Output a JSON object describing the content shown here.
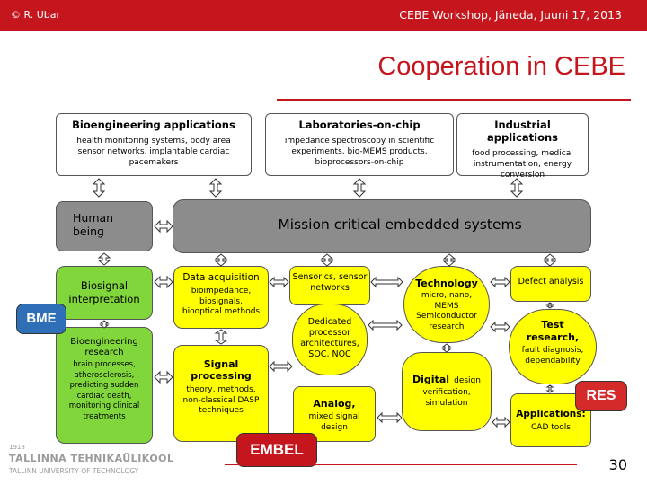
{
  "header": {
    "copyright": "© R. Ubar",
    "event": "CEBE Workshop, Jäneda, Juuni 17, 2013"
  },
  "title": "Cooperation in CEBE",
  "top_boxes": {
    "bio": {
      "title": "Bioengineering applications",
      "body": "health monitoring systems, body area sensor networks, implantable cardiac pacemakers"
    },
    "lab": {
      "title": "Laboratories-on-chip",
      "body": "impedance spectroscopy in scientific experiments, bio-MEMS products, bioprocessors-on-chip"
    },
    "ind": {
      "title": "Industrial applications",
      "body": "food processing, medical instrumentation, energy conversion"
    }
  },
  "human_being": "Human being",
  "mission": "Mission critical embedded systems",
  "biosignal": "Biosignal interpretation",
  "bme": "BME",
  "bioeng_research": {
    "title": "Bioengineering research",
    "body": "brain processes, atherosclerosis, predicting sudden cardiac death, monitoring clinical treatments"
  },
  "data_acq": {
    "title": "Data acquisition",
    "body": "bioimpedance, biosignals, biooptical methods"
  },
  "signal_proc": {
    "title": "Signal processing",
    "body": "theory, methods, non-classical DASP techniques"
  },
  "sensorics": "Sensorics, sensor networks",
  "dedicated": "Dedicated processor architectures, SOC, NOC",
  "analog": {
    "title": "Analog,",
    "body": "mixed signal design"
  },
  "embel": "EMBEL",
  "technology": {
    "title": "Technology",
    "body": "micro, nano, MEMS Semiconductor research"
  },
  "digital": {
    "title": "Digital",
    "title_suffix": "design",
    "body": "verification, simulation"
  },
  "defect": "Defect analysis",
  "test": {
    "title": "Test research,",
    "body": "fault diagnosis, dependability"
  },
  "res": "RES",
  "applications": {
    "title": "Applications:",
    "body": "CAD tools"
  },
  "logo": {
    "year": "1918",
    "name": "TALLINNA TEHNIKAÜLIKOOL",
    "sub": "TALLINN UNIVERSITY OF TECHNOLOGY"
  },
  "page_number": "30",
  "colors": {
    "brand_red": "#c4161c",
    "green": "#80d63a",
    "yellow": "#ffff00",
    "grey": "#8c8c8c",
    "bme_blue": "#2e6fb7",
    "res_red": "#d42a2a"
  }
}
